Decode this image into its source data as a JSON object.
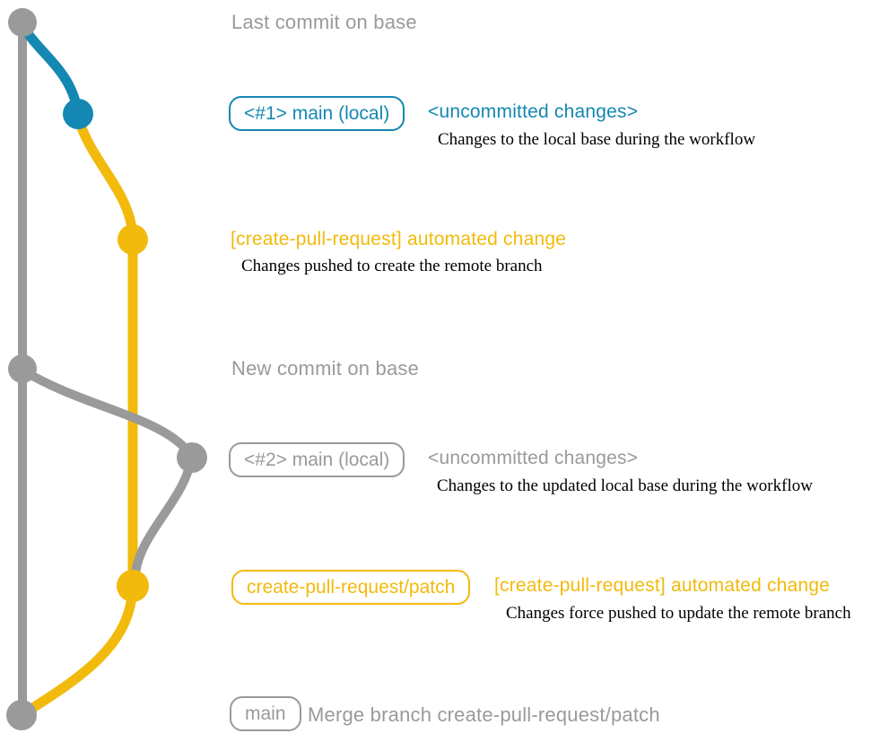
{
  "colors": {
    "gray": "#9a9a9a",
    "blue": "#1487b2",
    "yellow": "#f2ba0c",
    "ink": "#000000",
    "background": "#ffffff"
  },
  "graph": {
    "branches": [
      {
        "name": "base",
        "color_key": "gray"
      },
      {
        "name": "main (local)",
        "color_key": "blue"
      },
      {
        "name": "create-pull-request/patch",
        "color_key": "yellow"
      }
    ],
    "commit_nodes": [
      {
        "id": "last-commit-on-base",
        "color_key": "gray"
      },
      {
        "id": "local-main-1-uncommitted",
        "color_key": "blue"
      },
      {
        "id": "automated-change-commit",
        "color_key": "yellow"
      },
      {
        "id": "new-commit-on-base",
        "color_key": "gray"
      },
      {
        "id": "local-main-2-uncommitted",
        "color_key": "gray"
      },
      {
        "id": "force-pushed-automated-change",
        "color_key": "yellow"
      },
      {
        "id": "merge-commit",
        "color_key": "gray"
      }
    ]
  },
  "top_label": {
    "text": "Last commit on base"
  },
  "mid_label": {
    "text": "New commit on base"
  },
  "row1": {
    "box_label": "<#1> main (local)",
    "side_label": "<uncommitted changes>",
    "note": "Changes to the local base during the workflow"
  },
  "row2": {
    "title": "[create-pull-request] automated change",
    "note": "Changes pushed to create the remote branch"
  },
  "row3": {
    "box_label": "<#2> main (local)",
    "side_label": "<uncommitted changes>",
    "note": "Changes to the updated local base during the workflow"
  },
  "row4": {
    "box_label": "create-pull-request/patch",
    "title": "[create-pull-request] automated change",
    "note": "Changes force pushed to update the remote branch"
  },
  "row5": {
    "box_label": "main",
    "title": "Merge branch create-pull-request/patch"
  }
}
